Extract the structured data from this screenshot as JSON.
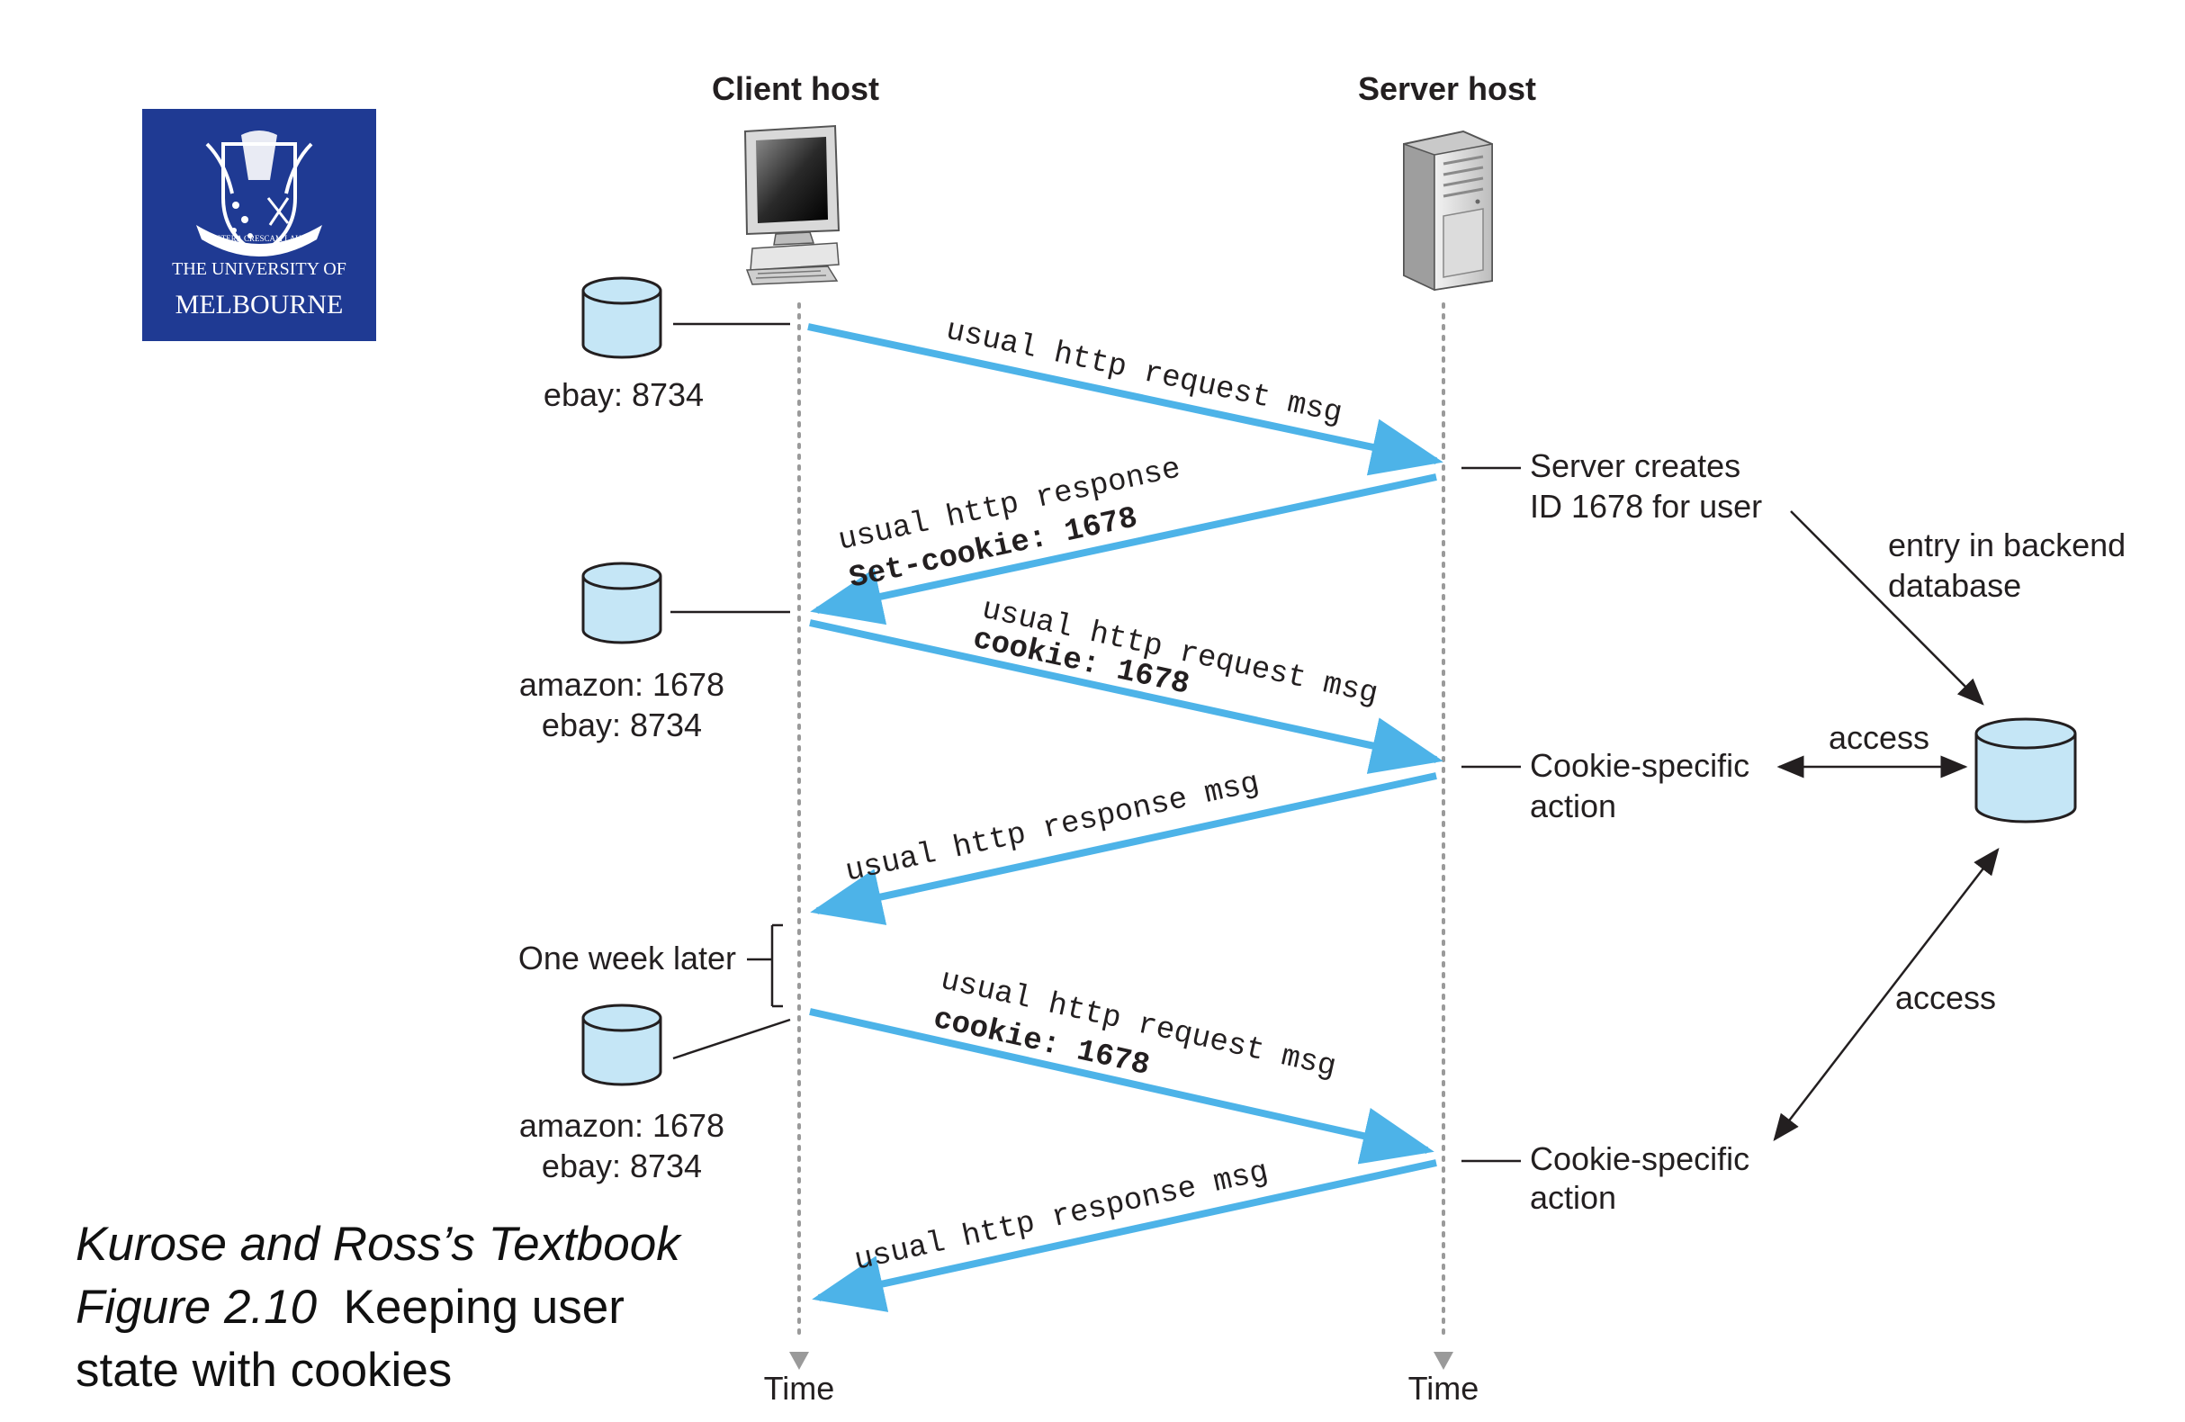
{
  "logo": {
    "motto": "POSTERA CRESCAM LAUDE",
    "line1": "THE UNIVERSITY OF",
    "line2": "MELBOURNE",
    "color": "#1f3a93"
  },
  "hosts": {
    "client": "Client host",
    "server": "Server host",
    "time_client": "Time",
    "time_server": "Time"
  },
  "client_states": {
    "s1": [
      "ebay: 8734"
    ],
    "s2": [
      "amazon: 1678",
      "ebay: 8734"
    ],
    "s3": [
      "amazon: 1678",
      "ebay: 8734"
    ]
  },
  "messages": [
    {
      "line1": "usual http request msg"
    },
    {
      "line1": "usual http response",
      "line2": "Set-cookie: 1678"
    },
    {
      "line1": "usual http request msg",
      "line2": "cookie: 1678"
    },
    {
      "line1": "usual http response msg"
    },
    {
      "line1": "usual http request msg",
      "line2": "cookie: 1678"
    },
    {
      "line1": "usual http response msg"
    }
  ],
  "server_notes": {
    "n1": [
      "Server creates",
      "ID 1678 for user"
    ],
    "n2": [
      "Cookie-specific",
      "action"
    ],
    "n3": [
      "Cookie-specific",
      "action"
    ]
  },
  "backend": {
    "entry": [
      "entry in backend",
      "database"
    ],
    "access1": "access",
    "access2": "access"
  },
  "one_week_later": "One week later",
  "caption": {
    "italic1": "Kurose and Ross’s Textbook",
    "italic2": "Figure 2.10",
    "rest": "  Keeping user state with cookies"
  },
  "colors": {
    "arrow": "#4db3e8",
    "cylinder_fill": "#c5e6f6",
    "cylinder_stroke": "#231f20"
  }
}
